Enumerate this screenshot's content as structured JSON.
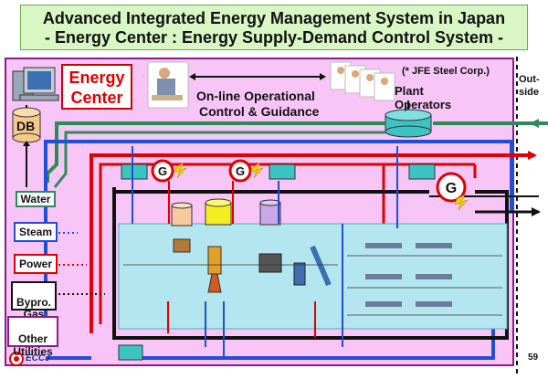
{
  "title": {
    "line1": "Advanced Integrated Energy Management System in Japan",
    "line2": "- Energy Center : Energy Supply-Demand Control System -"
  },
  "energy_center": {
    "line1": "Energy",
    "line2": "Center"
  },
  "db_label": "DB",
  "guidance": {
    "line1": "On-line Operational",
    "line2": "Control & Guidance"
  },
  "plant_operators": {
    "line1": "Plant",
    "line2": "Operators"
  },
  "note": "(* JFE Steel Corp.)",
  "outside": {
    "line1": "Out-",
    "line2": "side"
  },
  "utilities": [
    {
      "label": "Water",
      "color": "#2e8b57"
    },
    {
      "label": "Steam",
      "color": "#1f4fd6"
    },
    {
      "label": "Power",
      "color": "#e00000"
    },
    {
      "label": "Bypro.\nGas",
      "color": "#111111"
    },
    {
      "label": "Other\nUtilities",
      "color": "#8b1a8b"
    }
  ],
  "generator_symbol": "G",
  "logo_text": "ECCJ",
  "page_number": "59",
  "colors": {
    "water": "#2e8b57",
    "steam": "#1f4fd6",
    "power": "#e00000",
    "gas": "#111111",
    "other": "#8b1a8b"
  }
}
